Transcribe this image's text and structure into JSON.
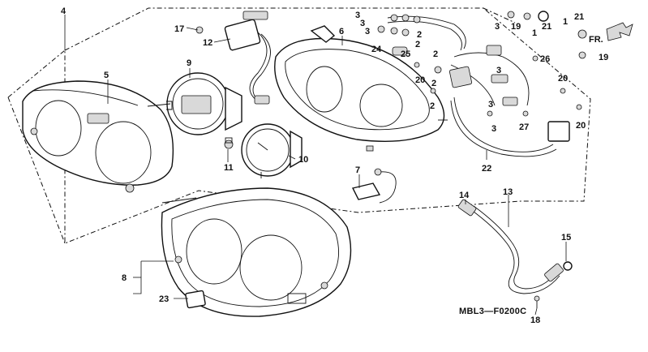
{
  "diagram": {
    "code": "MBL3—F0200C",
    "direction_label": "FR.",
    "callouts": [
      "1",
      "2",
      "3",
      "4",
      "5",
      "6",
      "7",
      "8",
      "9",
      "10",
      "11",
      "12",
      "13",
      "14",
      "15",
      "17",
      "18",
      "19",
      "20",
      "21",
      "22",
      "23",
      "24",
      "25",
      "26",
      "27"
    ]
  }
}
